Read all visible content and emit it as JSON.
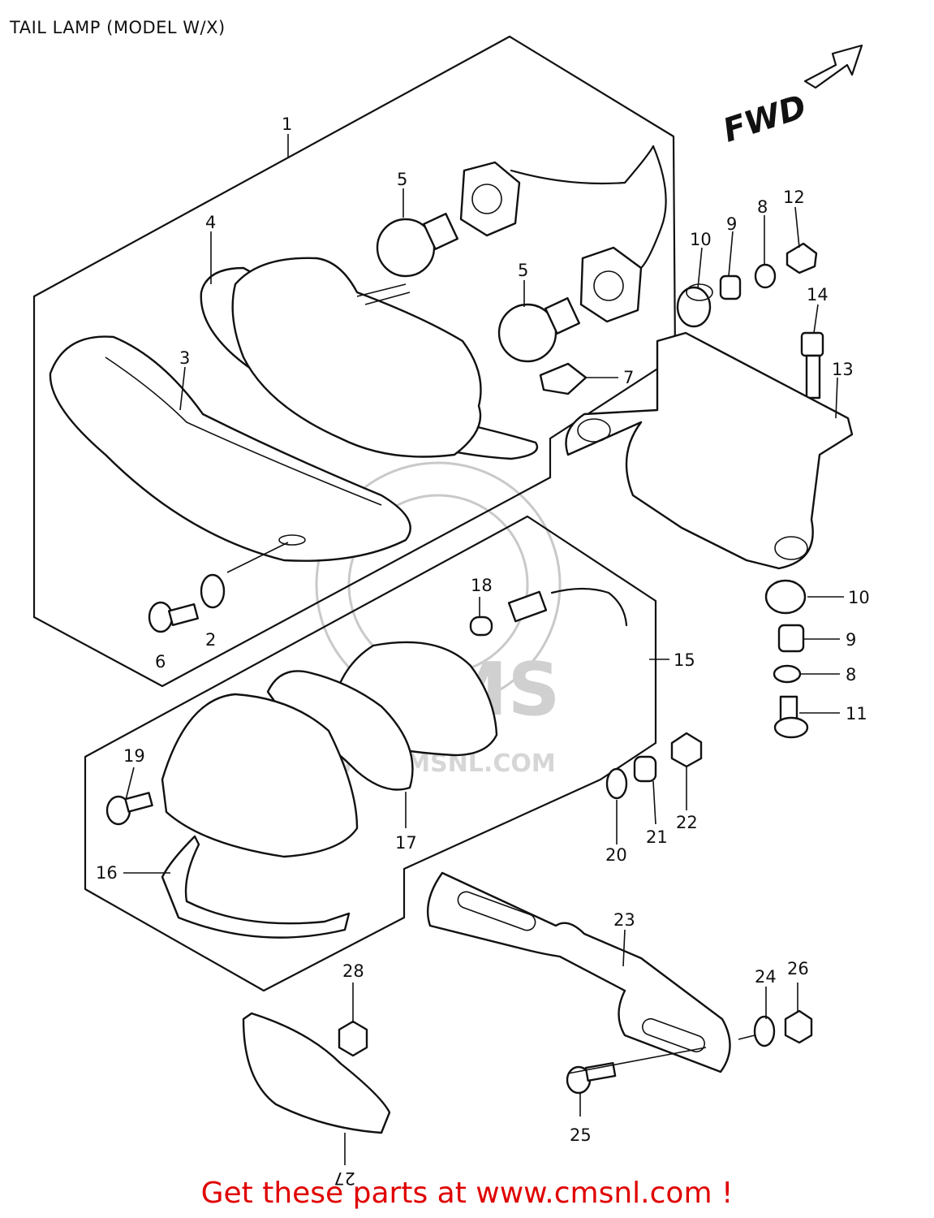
{
  "title": "TAIL LAMP (MODEL W/X)",
  "fwd_label": "FWD",
  "watermark": {
    "logo": "CMS",
    "url": "WWW.CMSNL.COM"
  },
  "callouts": {
    "c1": "1",
    "c2": "2",
    "c3": "3",
    "c4": "4",
    "c5a": "5",
    "c5b": "5",
    "c6": "6",
    "c7": "7",
    "c8a": "8",
    "c8b": "8",
    "c9a": "9",
    "c9b": "9",
    "c10a": "10",
    "c10b": "10",
    "c11": "11",
    "c12": "12",
    "c13": "13",
    "c14": "14",
    "c15": "15",
    "c16": "16",
    "c17": "17",
    "c18": "18",
    "c19": "19",
    "c20": "20",
    "c21": "21",
    "c22": "22",
    "c23": "23",
    "c24": "24",
    "c25": "25",
    "c26": "26",
    "c27": "27",
    "c28": "28"
  },
  "footer": "Get these parts at www.cmsnl.com !",
  "colors": {
    "footer": "#e00000",
    "line": "#111111",
    "watermark": "#d0d0d0"
  }
}
